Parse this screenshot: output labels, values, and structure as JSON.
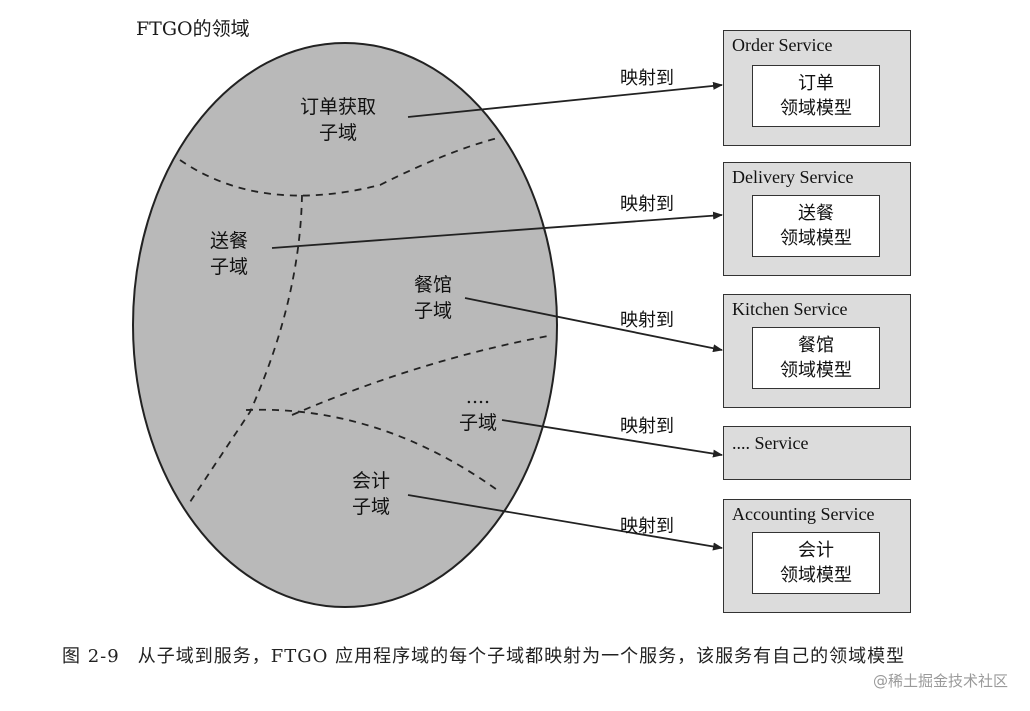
{
  "diagram_title": "FTGO的领域",
  "subdomains": [
    {
      "line1": "订单获取",
      "line2": "子域"
    },
    {
      "line1": "送餐",
      "line2": "子域"
    },
    {
      "line1": "餐馆",
      "line2": "子域"
    },
    {
      "line1": "....",
      "line2": "子域"
    },
    {
      "line1": "会计",
      "line2": "子域"
    }
  ],
  "mapping_label": "映射到",
  "services": [
    {
      "name": "Order Service",
      "model_line1": "订单",
      "model_line2": "领域模型"
    },
    {
      "name": "Delivery Service",
      "model_line1": "送餐",
      "model_line2": "领域模型"
    },
    {
      "name": "Kitchen Service",
      "model_line1": "餐馆",
      "model_line2": "领域模型"
    },
    {
      "name": ".... Service"
    },
    {
      "name": "Accounting Service",
      "model_line1": "会计",
      "model_line2": "领域模型"
    }
  ],
  "caption": {
    "figure_label": "图 2-9",
    "text": "从子域到服务，FTGO 应用程序域的每个子域都映射为一个服务，该服务有自己的领域模型"
  },
  "watermark": "@稀土掘金技术社区",
  "colors": {
    "domain_fill": "#b9b9b9",
    "service_fill": "#dcdcdc",
    "stroke": "#222222"
  }
}
